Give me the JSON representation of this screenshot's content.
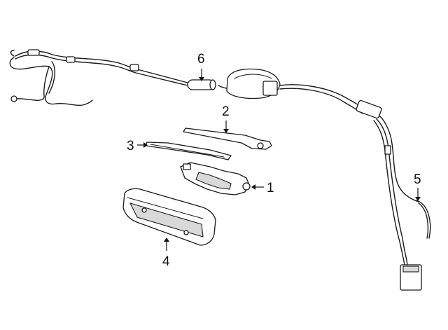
{
  "diagram": {
    "callouts": [
      {
        "id": "1",
        "label": "1"
      },
      {
        "id": "2",
        "label": "2"
      },
      {
        "id": "3",
        "label": "3"
      },
      {
        "id": "4",
        "label": "4"
      },
      {
        "id": "5",
        "label": "5"
      },
      {
        "id": "6",
        "label": "6"
      }
    ]
  },
  "colors": {
    "line": "#1a1a1a",
    "background": "#ffffff",
    "shade": "#d9d9d9"
  }
}
